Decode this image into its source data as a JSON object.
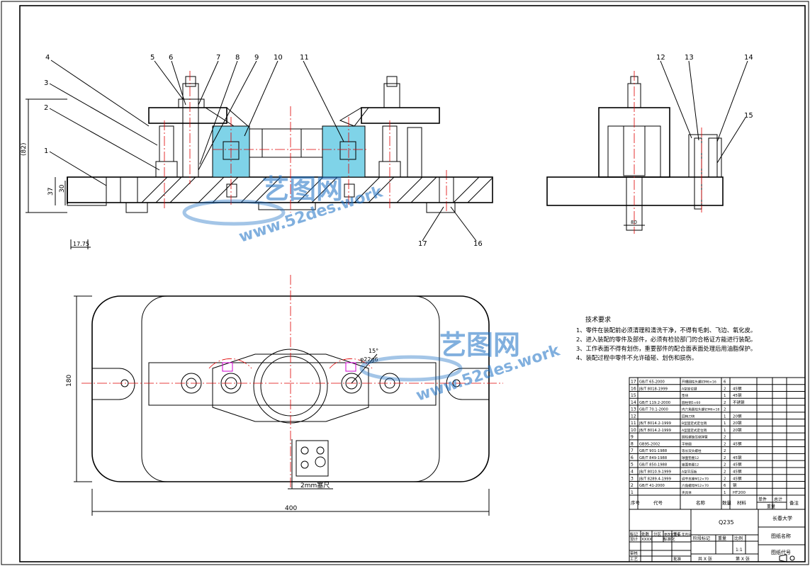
{
  "balloons": [
    "1",
    "2",
    "3",
    "4",
    "5",
    "6",
    "7",
    "8",
    "9",
    "10",
    "11",
    "12",
    "13",
    "14",
    "15",
    "16",
    "17"
  ],
  "dimensions": {
    "height_total": "(82)",
    "height_37": "37",
    "height_30": "30",
    "offset_17_75": "17.75",
    "width_400": "400",
    "height_180": "180",
    "side_width": "80",
    "phi_label": "φ22g6",
    "angle_label": "15°",
    "feeler": "2mm塞尺"
  },
  "tech_requirements": {
    "title": "技术要求",
    "items": [
      "1、零件在装配前必须清理和清洗干净，不得有毛刺、飞边、氧化皮。",
      "2、进入装配的零件及部件，必须有检验部门的合格证方能进行装配。",
      "3、工作表面不得有划伤，重要部件的配合面表面处理后用油脂保护。",
      "4、装配过程中零件不允许磕碰、划伤和损伤。"
    ]
  },
  "bom": {
    "headers": [
      "序号",
      "代号",
      "名称",
      "数量",
      "材料",
      "单件",
      "总计",
      "备注"
    ],
    "header_sub": "重量",
    "rows": [
      {
        "no": "17",
        "code": "GB/T 65-2000",
        "name": "开槽圆柱头螺钉M6×16",
        "qty": "6",
        "mat": ""
      },
      {
        "no": "16",
        "code": "JB/T 8018-1999",
        "name": "A型定位键",
        "qty": "2",
        "mat": "45钢"
      },
      {
        "no": "15",
        "code": "",
        "name": "垫块",
        "qty": "1",
        "mat": "45钢"
      },
      {
        "no": "14",
        "code": "GB/T 119.2-2000",
        "name": "圆柱销5×60",
        "qty": "2",
        "mat": "不锈钢"
      },
      {
        "no": "13",
        "code": "GB/T 70.1-2000",
        "name": "内六角圆柱头螺钉M6×18",
        "qty": "2",
        "mat": ""
      },
      {
        "no": "12",
        "code": "",
        "name": "回转刀块",
        "qty": "1",
        "mat": "20钢"
      },
      {
        "no": "11",
        "code": "JB/T 8014.2-1999",
        "name": "B型固定式定位销",
        "qty": "1",
        "mat": "20钢"
      },
      {
        "no": "10",
        "code": "JB/T 8014.2-1999",
        "name": "A型固定式定位销",
        "qty": "1",
        "mat": "20钢"
      },
      {
        "no": "9",
        "code": "",
        "name": "圆柱螺旋压缩弹簧",
        "qty": "2",
        "mat": ""
      },
      {
        "no": "8",
        "code": "GB95-2002",
        "name": "平垫圈",
        "qty": "2",
        "mat": "45钢"
      },
      {
        "no": "7",
        "code": "GB/T 901-1988",
        "name": "等长双头螺柱",
        "qty": "2",
        "mat": ""
      },
      {
        "no": "6",
        "code": "GB/T 849-1988",
        "name": "球面垫圈12",
        "qty": "2",
        "mat": "45钢"
      },
      {
        "no": "5",
        "code": "GB/T 850-1988",
        "name": "锥面垫圈12",
        "qty": "2",
        "mat": "45钢"
      },
      {
        "no": "4",
        "code": "JB/T 8010.9-1999",
        "name": "A型平压板",
        "qty": "2",
        "mat": "45钢"
      },
      {
        "no": "3",
        "code": "JB/T 8289.4-1999",
        "name": "调节支座M12×70",
        "qty": "2",
        "mat": "45钢"
      },
      {
        "no": "2",
        "code": "GB/T 41-2000",
        "name": "六角螺母M12×70",
        "qty": "6",
        "mat": "钢"
      },
      {
        "no": "1",
        "code": "",
        "name": "夹具体",
        "qty": "1",
        "mat": "HT200"
      }
    ]
  },
  "title_block": {
    "material": "Q235",
    "school": "长春大学",
    "drawing_name_label": "图纸名称",
    "drawing_code_label": "图纸代号",
    "row_labels": [
      "标记",
      "处数",
      "分区",
      "更改文件号",
      "签名",
      "年月日"
    ],
    "designer_label": "设计",
    "designer_value": "XXXX",
    "standardization": "标准化",
    "stage_label": "阶段标记",
    "weight_label": "重量",
    "scale_label": "比例",
    "scale_value": "1:1",
    "check_label": "审核",
    "process_label": "工艺",
    "approve_label": "批准",
    "sheets_total": "共 X 张",
    "sheet_no": "第 X 张"
  },
  "watermark": {
    "brand": "艺图网",
    "url": "www.52des.work"
  },
  "colors": {
    "centerline": "#e00000",
    "section_fill": "#7fd3e8",
    "highlight": "#d000d0",
    "watermark": "#1a6fc4"
  }
}
